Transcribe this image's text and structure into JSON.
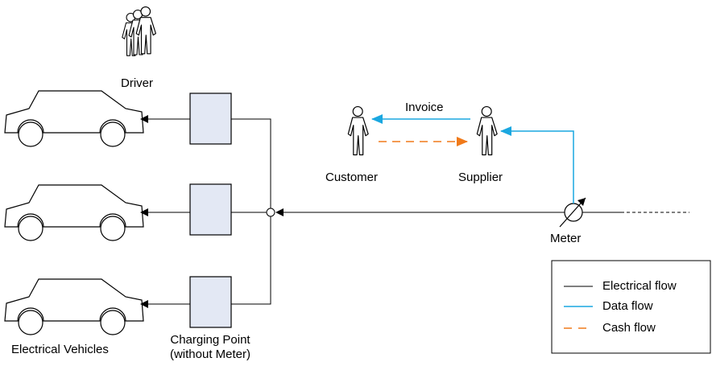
{
  "labels": {
    "driver": "Driver",
    "electrical_vehicles": "Electrical Vehicles",
    "charging_point_line1": "Charging Point",
    "charging_point_line2": "(without Meter)",
    "invoice": "Invoice",
    "customer": "Customer",
    "supplier": "Supplier",
    "meter": "Meter"
  },
  "legend": {
    "items": [
      {
        "label": "Electrical flow",
        "color": "#333333",
        "style": "solid"
      },
      {
        "label": "Data flow",
        "color": "#1aa7e0",
        "style": "solid"
      },
      {
        "label": "Cash flow",
        "color": "#f07a1a",
        "style": "dashed"
      }
    ]
  },
  "colors": {
    "electrical": "#000000",
    "data": "#1aa7e0",
    "cash": "#f07a1a",
    "charging_box_fill": "#e3e8f4"
  }
}
